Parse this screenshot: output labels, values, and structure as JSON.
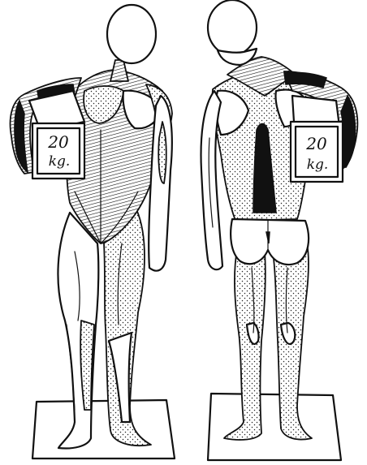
{
  "figures": [
    {
      "box_number": "20",
      "box_unit": "kg."
    },
    {
      "box_number": "20",
      "box_unit": "kg."
    }
  ]
}
